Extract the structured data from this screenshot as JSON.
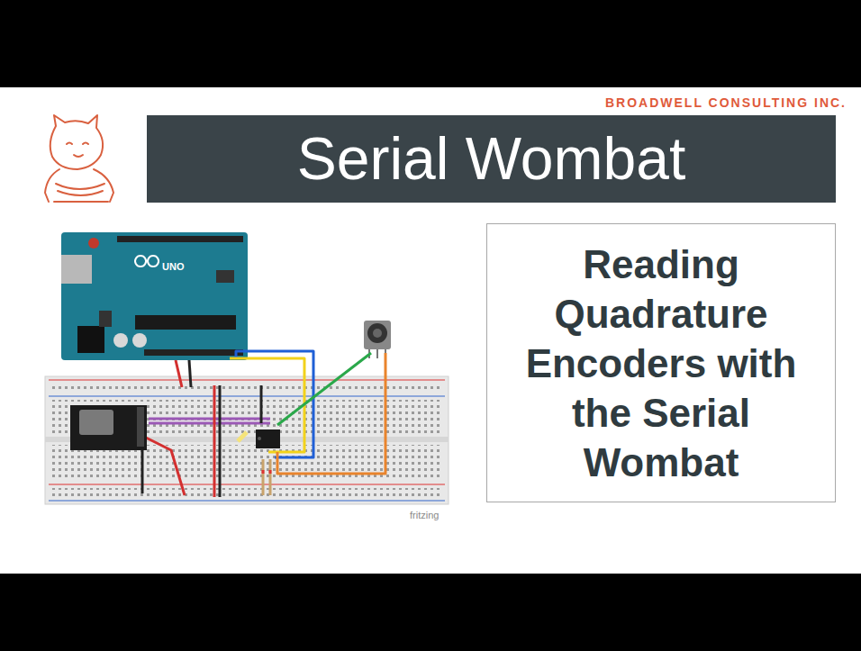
{
  "diagram": {
    "nodes": [
      {
        "text": [
          "Serial Wombat"
        ]
      },
      {
        "text": [
          "Reading Quadrature Encoders with the Serial Wombat"
        ]
      }
    ],
    "labels": [
      "BROADWELL CONSULTING INC.",
      "UNO",
      "fritzing"
    ]
  }
}
